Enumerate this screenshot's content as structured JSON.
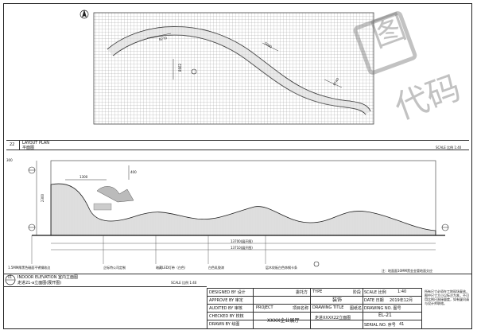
{
  "plan": {
    "number": "22",
    "title_en": "LAYOUT PLAN",
    "title_cn": "平面图",
    "scale": "SCALE 比例 1:40",
    "dims": [
      "8270",
      "8662",
      "5090",
      "8740"
    ]
  },
  "elevation": {
    "number": "01",
    "title_en": "INDOOR ELEVATION 室内立面图",
    "title_cn": "走进21-a立面图(展开图)",
    "scale": "SCALE 比例 1:40",
    "dims_left": [
      "300",
      "2300"
    ],
    "dims_top": [
      "1300",
      "400"
    ],
    "dim_lower": [
      "13700(展开图)",
      "13710(展开图)"
    ],
    "labels": [
      "1.5MM厚黑色磁面不锈钢收边",
      "企标特公司定制",
      "暗藏LED灯带（白色）",
      "白色乳胶漆",
      "层木纹板白色饰钢卡条",
      "注：地面面10MM黑金金管地面交应"
    ]
  },
  "title_block": {
    "designed_by": "DESIGNED BY 设计",
    "approve_by": "APPROVE BY 审定",
    "audited_by": "AUDITED BY 审核",
    "checked_by": "CHECKED BY 校核",
    "drawn_by": "DRAWN BY 绘图",
    "owner_label": "委托方",
    "type_label": "TYPE",
    "type_value": "装饰",
    "stage_label": "阶段",
    "project_label": "PROJECT",
    "project_name_label": "项目名称",
    "project_value": "XXXX企业展厅",
    "drawing_title_label": "DRAWING TITLE",
    "drawing_title_cn": "图纸名",
    "drawing_title_value": "走进XXXX22立面图",
    "scale_label": "SCALE 比例",
    "scale_value": "1:40",
    "date_label": "DATE 日期",
    "date_value": "2019年12月",
    "drawing_no_label": "DRAWING NO. 图号",
    "drawing_no_value": "EL-21",
    "serial_label": "SERIAL NO. 序号",
    "serial_value": "41",
    "note": "所有尺寸必须在工地现场复核，图中尺寸大小以标注为准，不可用比例尺直接量度，如有疑问请与设计师联络。"
  },
  "watermark": {
    "text_top": "图",
    "text_bottom": "代码"
  }
}
